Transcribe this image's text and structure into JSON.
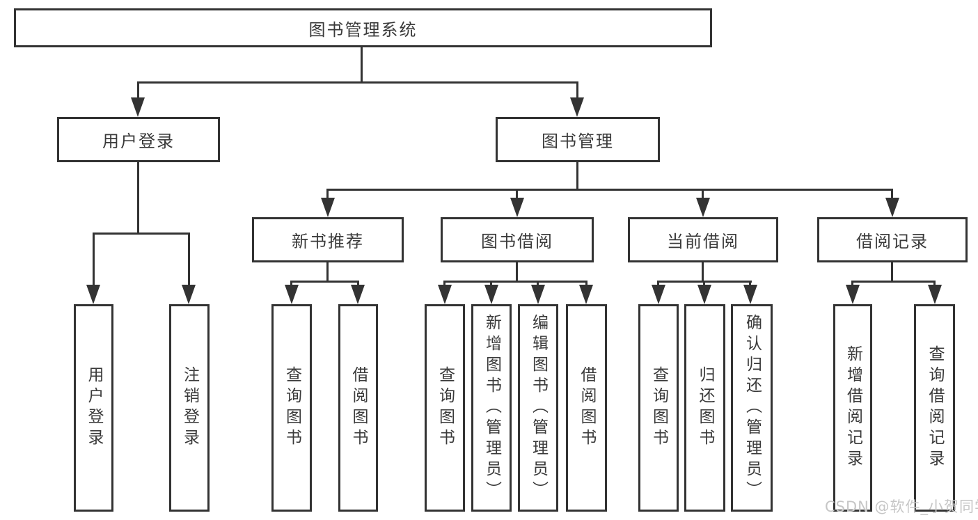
{
  "diagram": {
    "title": "图书管理系统",
    "level2": {
      "user_login": "用户登录",
      "book_mgmt": "图书管理"
    },
    "level3": {
      "new_books": "新书推荐",
      "borrowing": "图书借阅",
      "current": "当前借阅",
      "records": "借阅记录"
    },
    "leaves": {
      "user_login": [
        "用户登录",
        "注销登录"
      ],
      "new_books": [
        "查询图书",
        "借阅图书"
      ],
      "borrowing": [
        "查询图书",
        "新增图书（管理员）",
        "编辑图书（管理员）",
        "借阅图书"
      ],
      "current": [
        "查询图书",
        "归还图书",
        "确认归还（管理员）"
      ],
      "records": [
        "新增借阅记录",
        "查询借阅记录"
      ]
    }
  },
  "watermark": "CSDN @软件_小贺同学",
  "colors": {
    "line": "#333333",
    "text": "#3a3a3a",
    "background": "#ffffff",
    "watermark": "#c6c6c6"
  }
}
